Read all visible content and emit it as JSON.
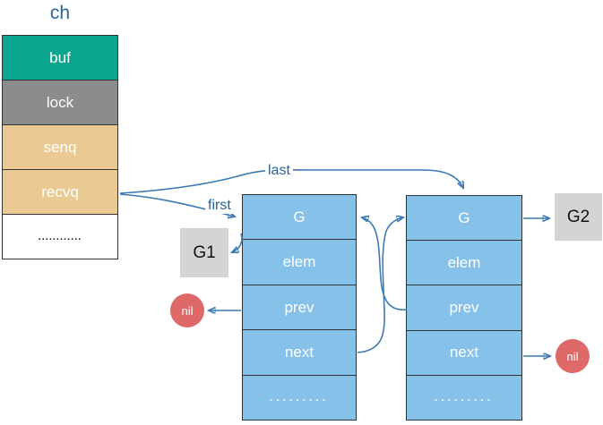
{
  "title": "ch",
  "colors": {
    "title_text": "#2A6496",
    "arrow": "#3D7AB5",
    "g_node_fill": "#85C1E9",
    "g_node_text": "#FFFFFF",
    "g_node_border": "#333333",
    "goroutine_box_fill": "#D4D4D4",
    "goroutine_box_text": "#111111",
    "nil_fill": "#DF6868",
    "nil_text": "#FFFFFF",
    "buf_fill": "#0BA48E",
    "lock_fill": "#8C8C8C",
    "queue_fill": "#EACA92"
  },
  "channel_struct": {
    "fields": [
      {
        "label": "buf",
        "bg": "#0BA48E",
        "fg": "#FFFFFF"
      },
      {
        "label": "lock",
        "bg": "#8C8C8C",
        "fg": "#FFFFFF"
      },
      {
        "label": "senq",
        "bg": "#EACA92",
        "fg": "#FFFFFF"
      },
      {
        "label": "recvq",
        "bg": "#EACA92",
        "fg": "#FFFFFF"
      },
      {
        "label": "............",
        "bg": "#FFFFFF",
        "fg": "#222222"
      }
    ]
  },
  "pointer_labels": {
    "first": "first",
    "last": "last"
  },
  "g_structs": [
    {
      "fields": [
        {
          "label": "G"
        },
        {
          "label": "elem"
        },
        {
          "label": "prev"
        },
        {
          "label": "next"
        },
        {
          "label": "........."
        }
      ]
    },
    {
      "fields": [
        {
          "label": "G"
        },
        {
          "label": "elem"
        },
        {
          "label": "prev"
        },
        {
          "label": "next"
        },
        {
          "label": "........."
        }
      ]
    }
  ],
  "goroutine_boxes": [
    {
      "label": "G1"
    },
    {
      "label": "G2"
    }
  ],
  "nil_nodes": [
    {
      "label": "nil"
    },
    {
      "label": "nil"
    }
  ]
}
